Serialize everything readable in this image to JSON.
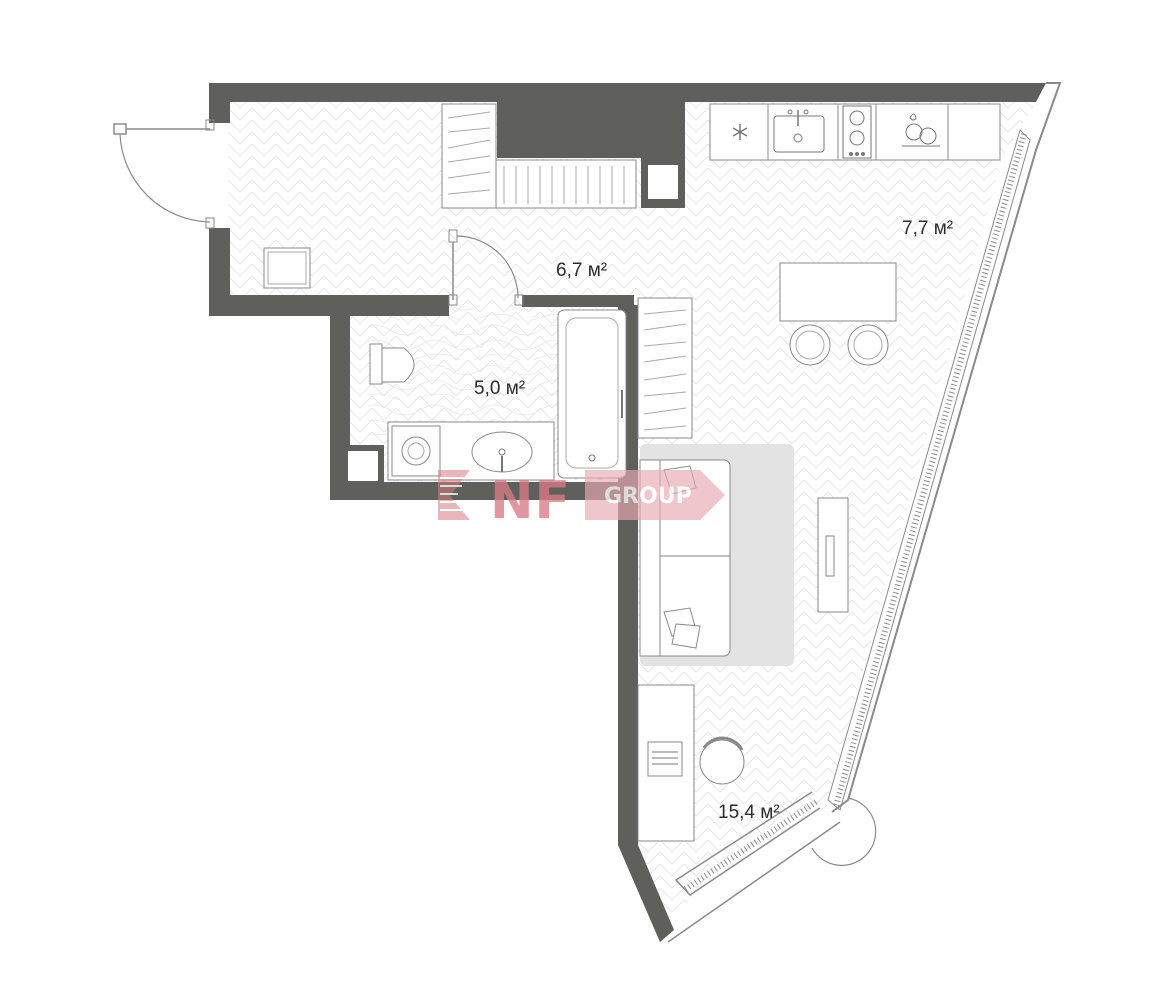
{
  "colors": {
    "wall": "#5f605b",
    "floor_line": "#d6d6d6",
    "fixture_stroke": "#8a8a8a",
    "sofa_zone": "#e3e3e3",
    "watermark": "#d97a86"
  },
  "rooms": [
    {
      "name": "hall",
      "area": "6,7 м²"
    },
    {
      "name": "bathroom",
      "area": "5,0 м²"
    },
    {
      "name": "kitchen",
      "area": "7,7 м²"
    },
    {
      "name": "living",
      "area": "15,4 м²"
    }
  ],
  "fixtures": [
    {
      "name": "fridge-icon"
    },
    {
      "name": "kitchen-sink-icon"
    },
    {
      "name": "cooktop-icon"
    },
    {
      "name": "dishwasher-icon"
    },
    {
      "name": "toilet-icon"
    },
    {
      "name": "washing-machine-icon"
    },
    {
      "name": "washbasin-icon"
    },
    {
      "name": "bathtub-icon"
    },
    {
      "name": "sofa-icon"
    },
    {
      "name": "tv-stand-icon"
    },
    {
      "name": "dining-table-icon"
    },
    {
      "name": "desk-icon"
    },
    {
      "name": "armchair-icon"
    }
  ],
  "watermark": {
    "brand": "NF",
    "suffix": "GROUP"
  }
}
